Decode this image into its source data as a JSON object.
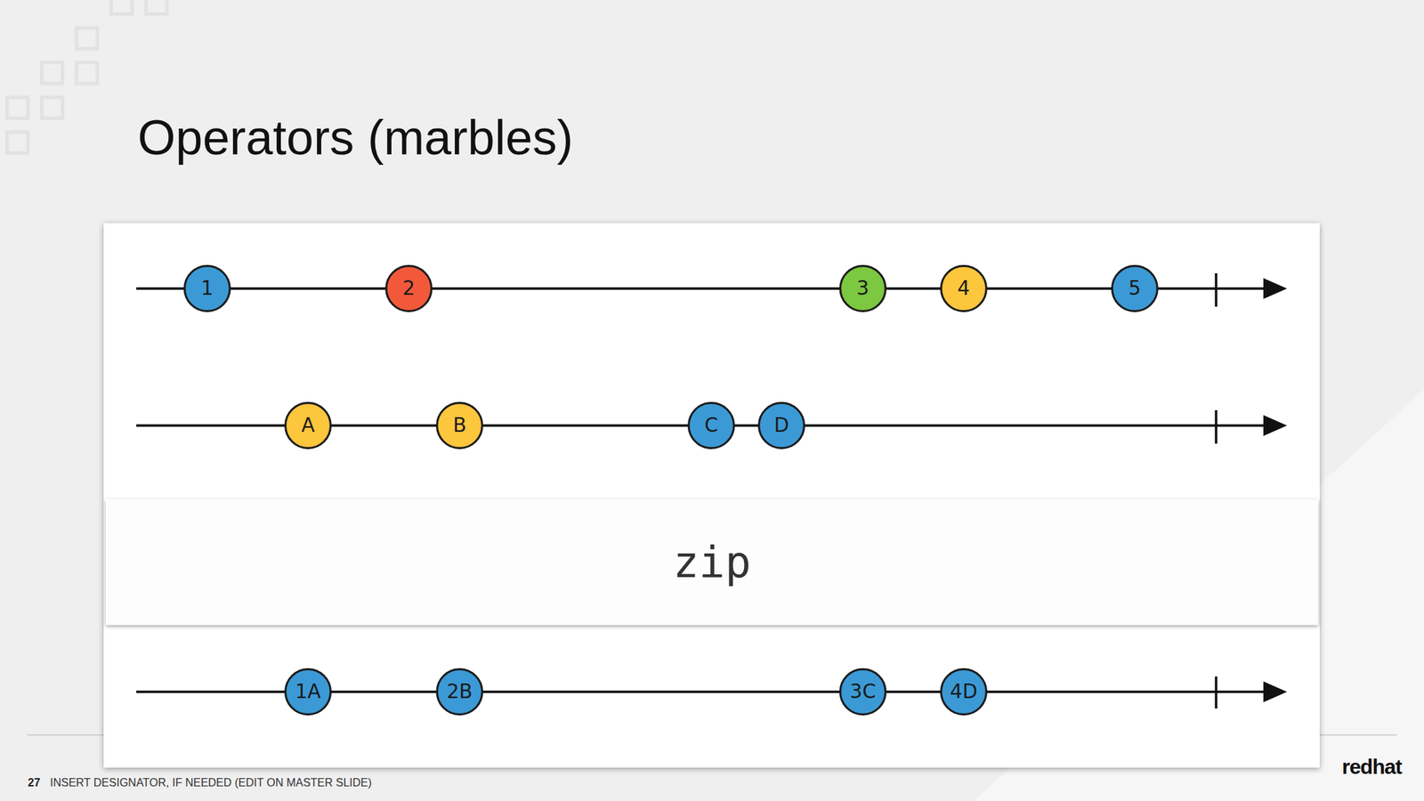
{
  "diagram": {
    "title": "Operators (marbles)",
    "nodes": [
      {
        "text": [
          "1"
        ]
      },
      {
        "text": [
          "2"
        ]
      },
      {
        "text": [
          "3"
        ]
      },
      {
        "text": [
          "4"
        ]
      },
      {
        "text": [
          "5"
        ]
      },
      {
        "text": [
          "A"
        ]
      },
      {
        "text": [
          "B"
        ]
      },
      {
        "text": [
          "C"
        ]
      },
      {
        "text": [
          "D"
        ]
      },
      {
        "text": [
          "zip"
        ]
      },
      {
        "text": [
          "1A"
        ]
      },
      {
        "text": [
          "2B"
        ]
      },
      {
        "text": [
          "3C"
        ]
      },
      {
        "text": [
          "4D"
        ]
      }
    ],
    "labels": [
      "27",
      "INSERT DESIGNATOR, IF NEEDED (EDIT ON MASTER SLIDE)",
      "redhat"
    ]
  }
}
